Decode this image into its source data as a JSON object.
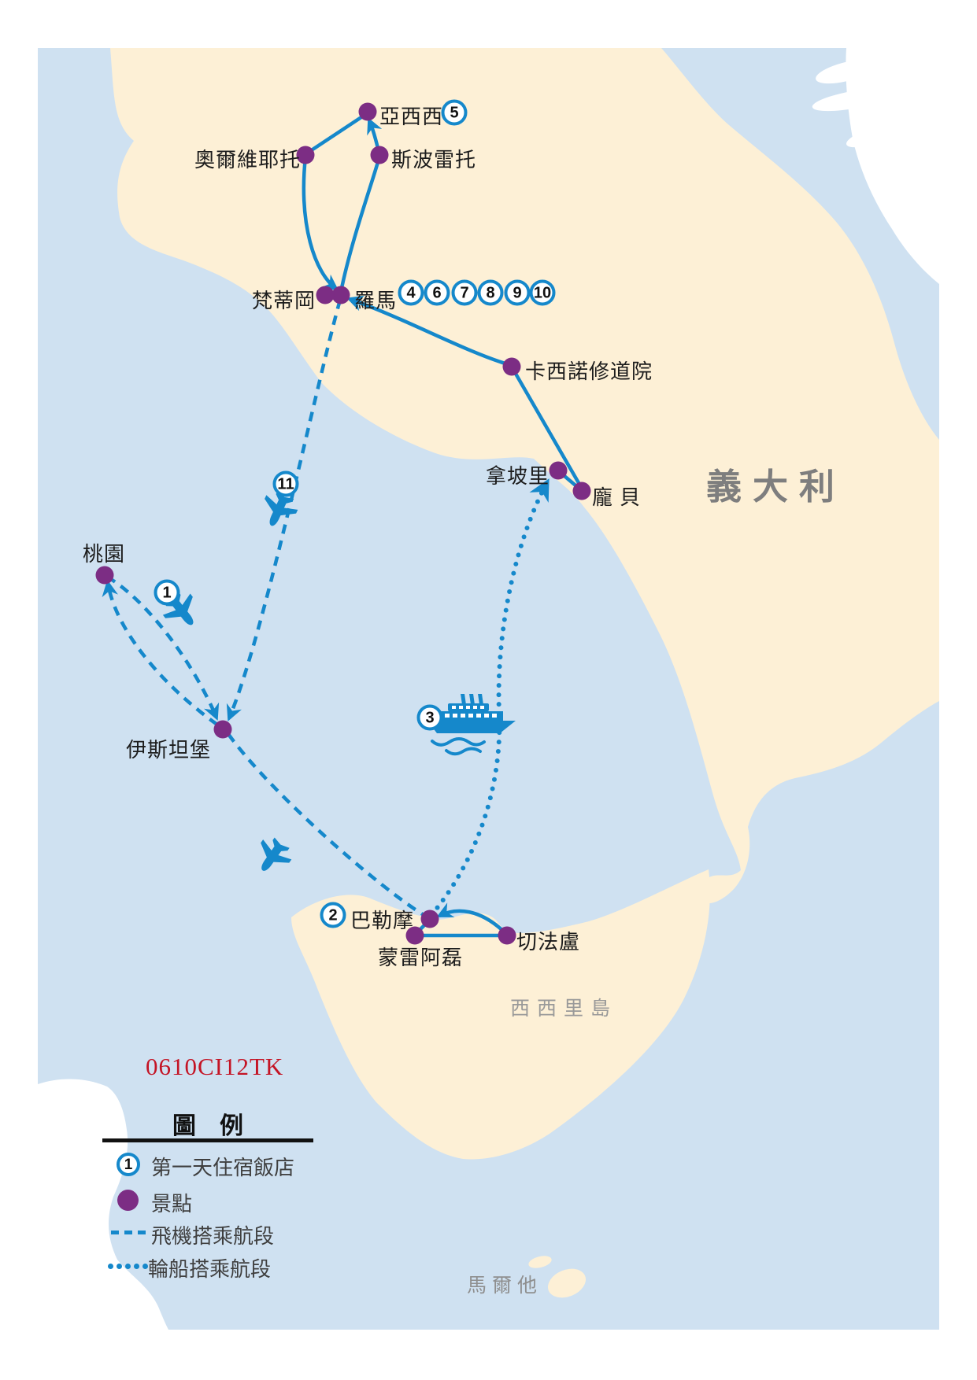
{
  "map": {
    "country_label": "義大利",
    "sicily_label": "西西里島",
    "malta_label": "馬爾他",
    "tour_code": "0610CI12TK",
    "cities": [
      {
        "id": "taoyuan",
        "name": "桃園"
      },
      {
        "id": "istanbul",
        "name": "伊斯坦堡"
      },
      {
        "id": "palermo",
        "name": "巴勒摩",
        "badge": "2"
      },
      {
        "id": "monreale",
        "name": "蒙雷阿磊"
      },
      {
        "id": "cefalu",
        "name": "切法盧"
      },
      {
        "id": "naples",
        "name": "拿坡里"
      },
      {
        "id": "pompeii",
        "name": "龐貝"
      },
      {
        "id": "cassino",
        "name": "卡西諾修道院"
      },
      {
        "id": "rome",
        "name": "羅馬",
        "badges": [
          "4",
          "6",
          "7",
          "8",
          "9",
          "10"
        ]
      },
      {
        "id": "vatican",
        "name": "梵蒂岡"
      },
      {
        "id": "assisi",
        "name": "亞西西",
        "badge": "5"
      },
      {
        "id": "orvieto",
        "name": "奧爾維耶托"
      },
      {
        "id": "spoleto",
        "name": "斯波雷托"
      }
    ],
    "route_markers": {
      "outbound_flight": {
        "number": "1",
        "icon": "plane-icon"
      },
      "ship_leg": {
        "number": "3",
        "icon": "ship-icon"
      },
      "return_flight": {
        "number": "11",
        "icon": "plane-icon"
      }
    }
  },
  "legend": {
    "title": "圖　例",
    "items": [
      {
        "symbol": "numbered-circle",
        "number": "1",
        "label": "第一天住宿飯店"
      },
      {
        "symbol": "purple-dot",
        "label": "景點"
      },
      {
        "symbol": "dashed-line",
        "label": "飛機搭乘航段"
      },
      {
        "symbol": "dotted-line",
        "label": "輪船搭乘航段"
      }
    ]
  },
  "colors": {
    "sea": "#cfe1f1",
    "land": "#fdf0d6",
    "foreign_land": "#ffffff",
    "route_blue": "#1588cb",
    "poi_purple": "#7c2d84",
    "code_red": "#c41425",
    "region_gray": "#7e7e7e"
  }
}
